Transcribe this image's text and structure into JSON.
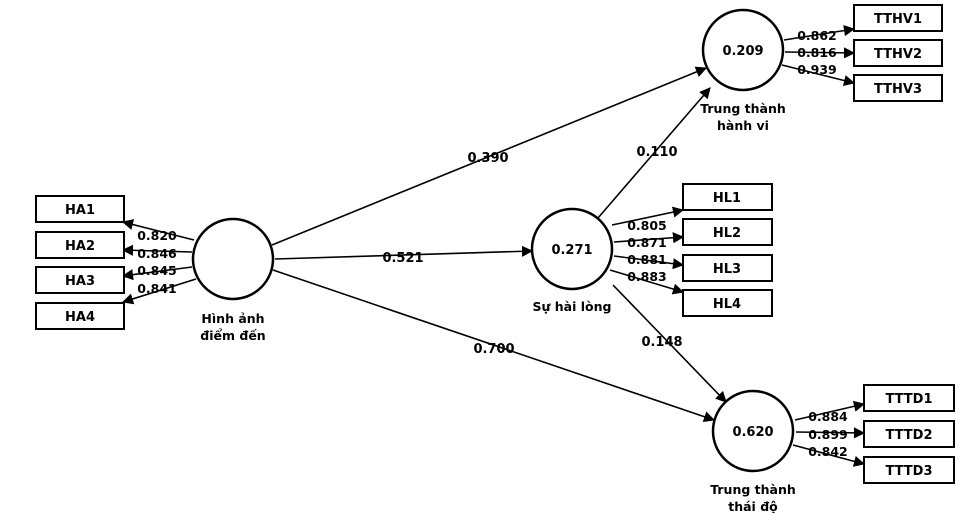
{
  "constructs": [
    {
      "id": "image",
      "name_lines": [
        "Hình ảnh",
        "điểm đến"
      ],
      "r2": ""
    },
    {
      "id": "satisfaction",
      "name_lines": [
        "Sự hài lòng"
      ],
      "r2": "0.271"
    },
    {
      "id": "behavioral",
      "name_lines": [
        "Trung thành",
        "hành vi"
      ],
      "r2": "0.209"
    },
    {
      "id": "attitudinal",
      "name_lines": [
        "Trung thành",
        "thái độ"
      ],
      "r2": "0.620"
    }
  ],
  "indicators": {
    "image": [
      {
        "label": "HA1",
        "loading": "0.820"
      },
      {
        "label": "HA2",
        "loading": "0.846"
      },
      {
        "label": "HA3",
        "loading": "0.845"
      },
      {
        "label": "HA4",
        "loading": "0.841"
      }
    ],
    "satisfaction": [
      {
        "label": "HL1",
        "loading": "0.805"
      },
      {
        "label": "HL2",
        "loading": "0.871"
      },
      {
        "label": "HL3",
        "loading": "0.881"
      },
      {
        "label": "HL4",
        "loading": "0.883"
      }
    ],
    "behavioral": [
      {
        "label": "TTHV1",
        "loading": "0.862"
      },
      {
        "label": "TTHV2",
        "loading": "0.816"
      },
      {
        "label": "TTHV3",
        "loading": "0.939"
      }
    ],
    "attitudinal": [
      {
        "label": "TTTD1",
        "loading": "0.884"
      },
      {
        "label": "TTTD2",
        "loading": "0.899"
      },
      {
        "label": "TTTD3",
        "loading": "0.842"
      }
    ]
  },
  "paths": [
    {
      "from": "image",
      "to": "behavioral",
      "coef": "0.390"
    },
    {
      "from": "image",
      "to": "satisfaction",
      "coef": "0.521"
    },
    {
      "from": "image",
      "to": "attitudinal",
      "coef": "0.700"
    },
    {
      "from": "satisfaction",
      "to": "behavioral",
      "coef": "0.110"
    },
    {
      "from": "satisfaction",
      "to": "attitudinal",
      "coef": "0.148"
    }
  ]
}
